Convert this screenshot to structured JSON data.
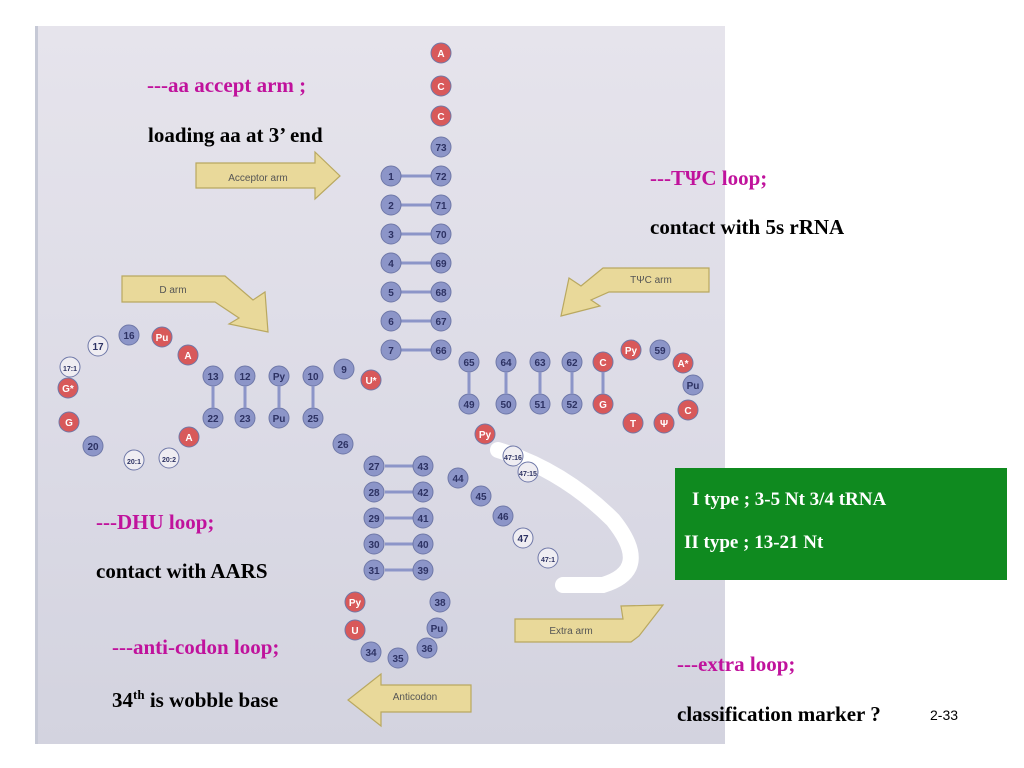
{
  "annotations": {
    "acceptor_title": "---aa accept arm ;",
    "acceptor_desc": "loading aa at 3’ end",
    "tpsic_title": "---TΨC loop;",
    "tpsic_desc": "contact with 5s rRNA",
    "dhu_title": "---DHU loop;",
    "dhu_desc": "contact  with AARS",
    "anticodon_title": "---anti-codon loop;",
    "wobble_num": "34",
    "wobble_sup": "th",
    "wobble_rest": " is wobble base",
    "extra_title": "---extra loop;",
    "extra_desc": "classification marker ?"
  },
  "green_box": {
    "line1": "I type ;   3-5 Nt   3/4 tRNA",
    "line2": "II type ;   13-21 Nt",
    "color": "#0f8a1f"
  },
  "slide_number": "2-33",
  "figure": {
    "arrow_labels": {
      "acceptor": "Acceptor arm",
      "d_arm": "D arm",
      "tpsic_arm": "TΨC arm",
      "extra_arm": "Extra arm",
      "anticodon": "Anticodon"
    },
    "acceptor_tail": [
      "A",
      "C",
      "C",
      "73"
    ],
    "acceptor_pairs": [
      [
        "1",
        "72"
      ],
      [
        "2",
        "71"
      ],
      [
        "3",
        "70"
      ],
      [
        "4",
        "69"
      ],
      [
        "5",
        "68"
      ],
      [
        "6",
        "67"
      ],
      [
        "7",
        "66"
      ]
    ],
    "d_loop": [
      "16",
      "Pu",
      "A",
      "17",
      "17:1",
      "G*",
      "G",
      "20",
      "20:1",
      "20:2",
      "A"
    ],
    "d_stem_top": [
      "13",
      "12",
      "Py",
      "10"
    ],
    "d_stem_bottom": [
      "22",
      "23",
      "Pu",
      "25"
    ],
    "junction": [
      "U*",
      "9",
      "26"
    ],
    "t_stem_top": [
      "65",
      "64",
      "63",
      "62",
      "C"
    ],
    "t_stem_bottom": [
      "49",
      "50",
      "51",
      "52",
      "G"
    ],
    "t_loop": [
      "Py",
      "59",
      "A*",
      "Pu",
      "C",
      "Ψ",
      "T"
    ],
    "variable": [
      "Py",
      "47:16",
      "47:15",
      "44",
      "45",
      "46",
      "47",
      "47:1"
    ],
    "anticodon_pairs": [
      [
        "27",
        "43"
      ],
      [
        "28",
        "42"
      ],
      [
        "29",
        "41"
      ],
      [
        "30",
        "40"
      ],
      [
        "31",
        "39"
      ]
    ],
    "anticodon_loop": [
      "Py",
      "U",
      "34",
      "35",
      "36",
      "Pu",
      "38"
    ],
    "colors": {
      "base_blue": "#8c95c8",
      "base_red": "#d8595a",
      "base_plain": "#efedf2",
      "arrow": "#e9d99a"
    }
  }
}
